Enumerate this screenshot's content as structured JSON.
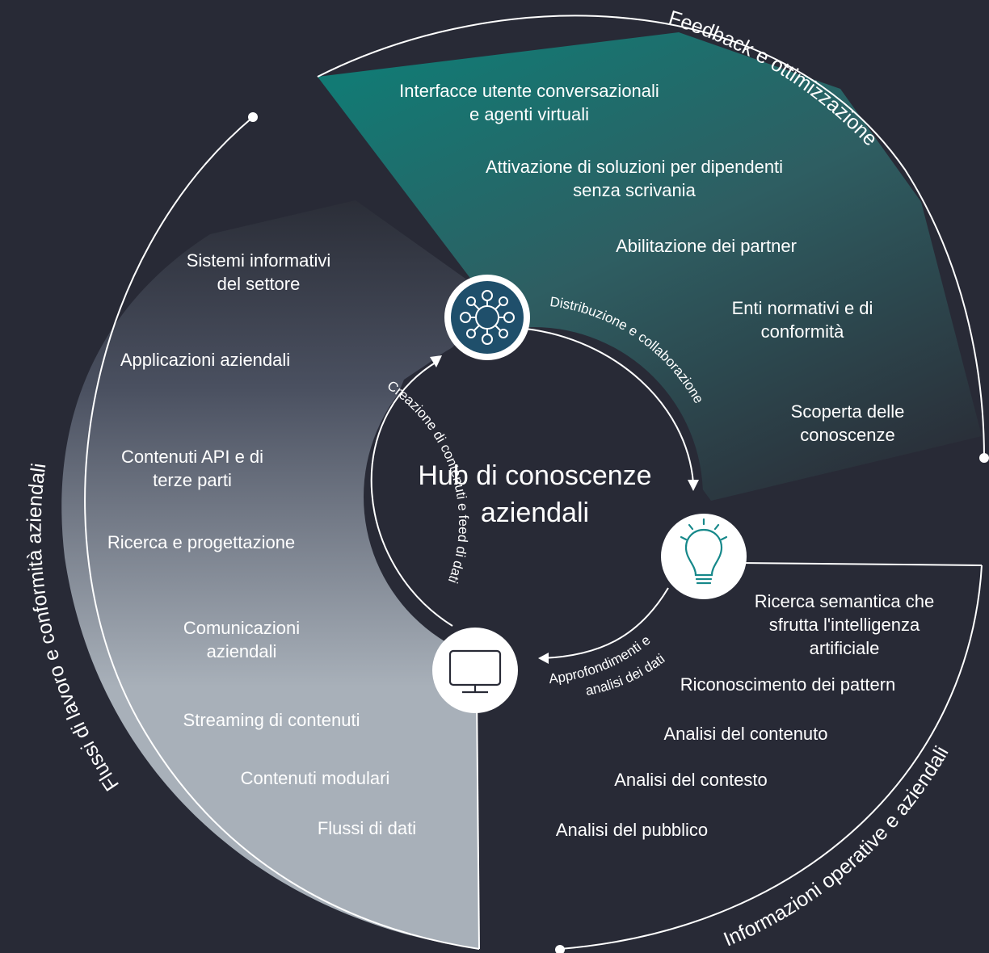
{
  "center": {
    "line1": "Hub di conoscenze",
    "line2": "aziendali"
  },
  "outer_labels": {
    "feedback": "Feedback e ottimizzazione",
    "workflow": "Flussi di lavoro e conformità aziendali",
    "insights": "Informazioni operative e aziendali"
  },
  "inner_labels": {
    "distribution": "Distribuzione e collaborazione",
    "creation": "Creazione di contenuti e feed di dati",
    "insights_line1": "Approfondimenti e",
    "insights_line2": "analisi dei dati"
  },
  "icons": [
    "network-icon",
    "lightbulb-icon",
    "monitor-icon"
  ],
  "distribution_items": [
    [
      "Interfacce utente conversazionali",
      "e agenti virtuali"
    ],
    [
      "Attivazione di soluzioni per dipendenti",
      "senza scrivania"
    ],
    [
      "Abilitazione dei partner"
    ],
    [
      "Enti normativi e di",
      "conformità"
    ],
    [
      "Scoperta delle",
      "conoscenze"
    ]
  ],
  "creation_items": [
    [
      "Sistemi informativi",
      "del settore"
    ],
    [
      "Applicazioni aziendali"
    ],
    [
      "Contenuti API e di",
      "terze parti"
    ],
    [
      "Ricerca e progettazione"
    ],
    [
      "Comunicazioni",
      "aziendali"
    ],
    [
      "Streaming di contenuti"
    ],
    [
      "Contenuti modulari"
    ],
    [
      "Flussi di dati"
    ]
  ],
  "insights_items": [
    [
      "Ricerca semantica che",
      "sfrutta l'intelligenza",
      "artificiale"
    ],
    [
      "Riconoscimento dei pattern"
    ],
    [
      "Analisi del contenuto"
    ],
    [
      "Analisi del contesto"
    ],
    [
      "Analisi del pubblico"
    ]
  ],
  "colors": {
    "background": "#282a36",
    "teal": "#127a74",
    "gray_light": "#a8b0b9",
    "line": "#ffffff"
  }
}
